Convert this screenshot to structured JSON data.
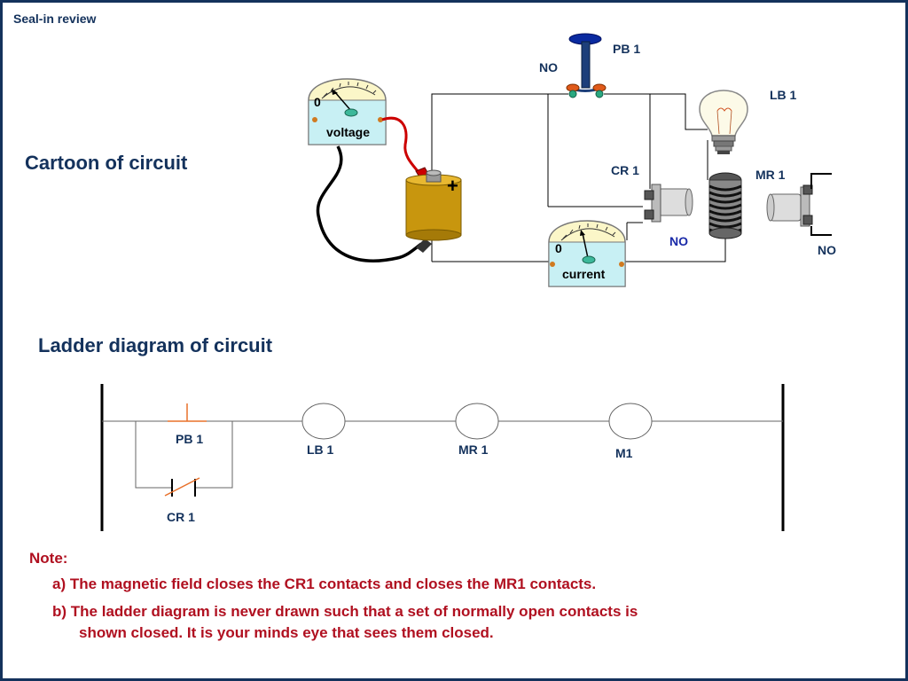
{
  "slide_title": "Seal-in review",
  "cartoon": {
    "heading": "Cartoon of circuit",
    "pb1_label": "PB 1",
    "pb1_state": "NO",
    "lb1_label": "LB 1",
    "cr1_label": "CR 1",
    "cr1_state": "NO",
    "mr1_label": "MR 1",
    "mr1_state": "NO",
    "voltmeter": {
      "zero": "0",
      "label": "voltage"
    },
    "ammeter": {
      "zero": "0",
      "label": "current"
    },
    "battery_sign": "+"
  },
  "ladder": {
    "heading": "Ladder diagram of circuit",
    "pb1_label": "PB 1",
    "cr1_label": "CR 1",
    "lb1_label": "LB 1",
    "mr1_label": "MR 1",
    "m1_label": "M1"
  },
  "note": {
    "title": "Note:",
    "line_a": "a) The magnetic field closes the CR1 contacts and closes the MR1 contacts.",
    "line_b1": "b) The ladder diagram is never drawn such that a set of normally open contacts is",
    "line_b2": "shown closed.  It is your minds eye that sees them closed."
  },
  "colors": {
    "title": "#14325c",
    "note": "#b01020",
    "accent": "#e8702a"
  }
}
